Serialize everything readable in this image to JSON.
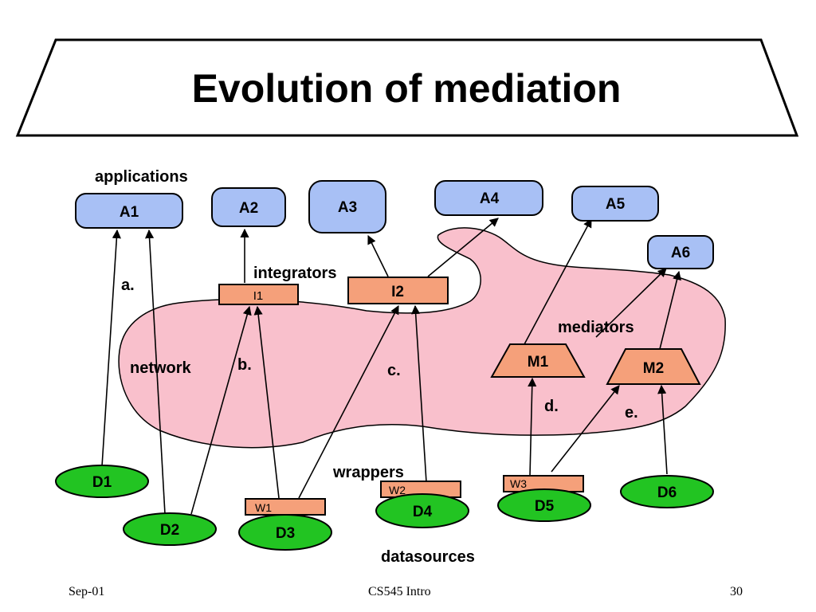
{
  "title": "Evolution of mediation",
  "labels": {
    "applications": "applications",
    "integrators": "integrators",
    "network": "network",
    "mediators": "mediators",
    "wrappers": "wrappers",
    "datasources": "datasources"
  },
  "applications": {
    "a1": "A1",
    "a2": "A2",
    "a3": "A3",
    "a4": "A4",
    "a5": "A5",
    "a6": "A6"
  },
  "integrators": {
    "i1": "I1",
    "i2": "I2"
  },
  "mediators": {
    "m1": "M1",
    "m2": "M2"
  },
  "wrappers": {
    "w1": "W1",
    "w2": "W2",
    "w3": "W3"
  },
  "datasources": {
    "d1": "D1",
    "d2": "D2",
    "d3": "D3",
    "d4": "D4",
    "d5": "D5",
    "d6": "D6"
  },
  "steps": {
    "a": "a.",
    "b": "b.",
    "c": "c.",
    "d": "d.",
    "e": "e."
  },
  "footer": {
    "left": "Sep-01",
    "center": "CS545 Intro",
    "right": "30"
  },
  "colors": {
    "application_fill": "#a8c0f5",
    "integrator_fill": "#f5a07a",
    "mediator_fill": "#f5a07a",
    "wrapper_fill": "#f5a07a",
    "datasource_fill": "#22c422",
    "network_fill": "#f9c0cc"
  }
}
